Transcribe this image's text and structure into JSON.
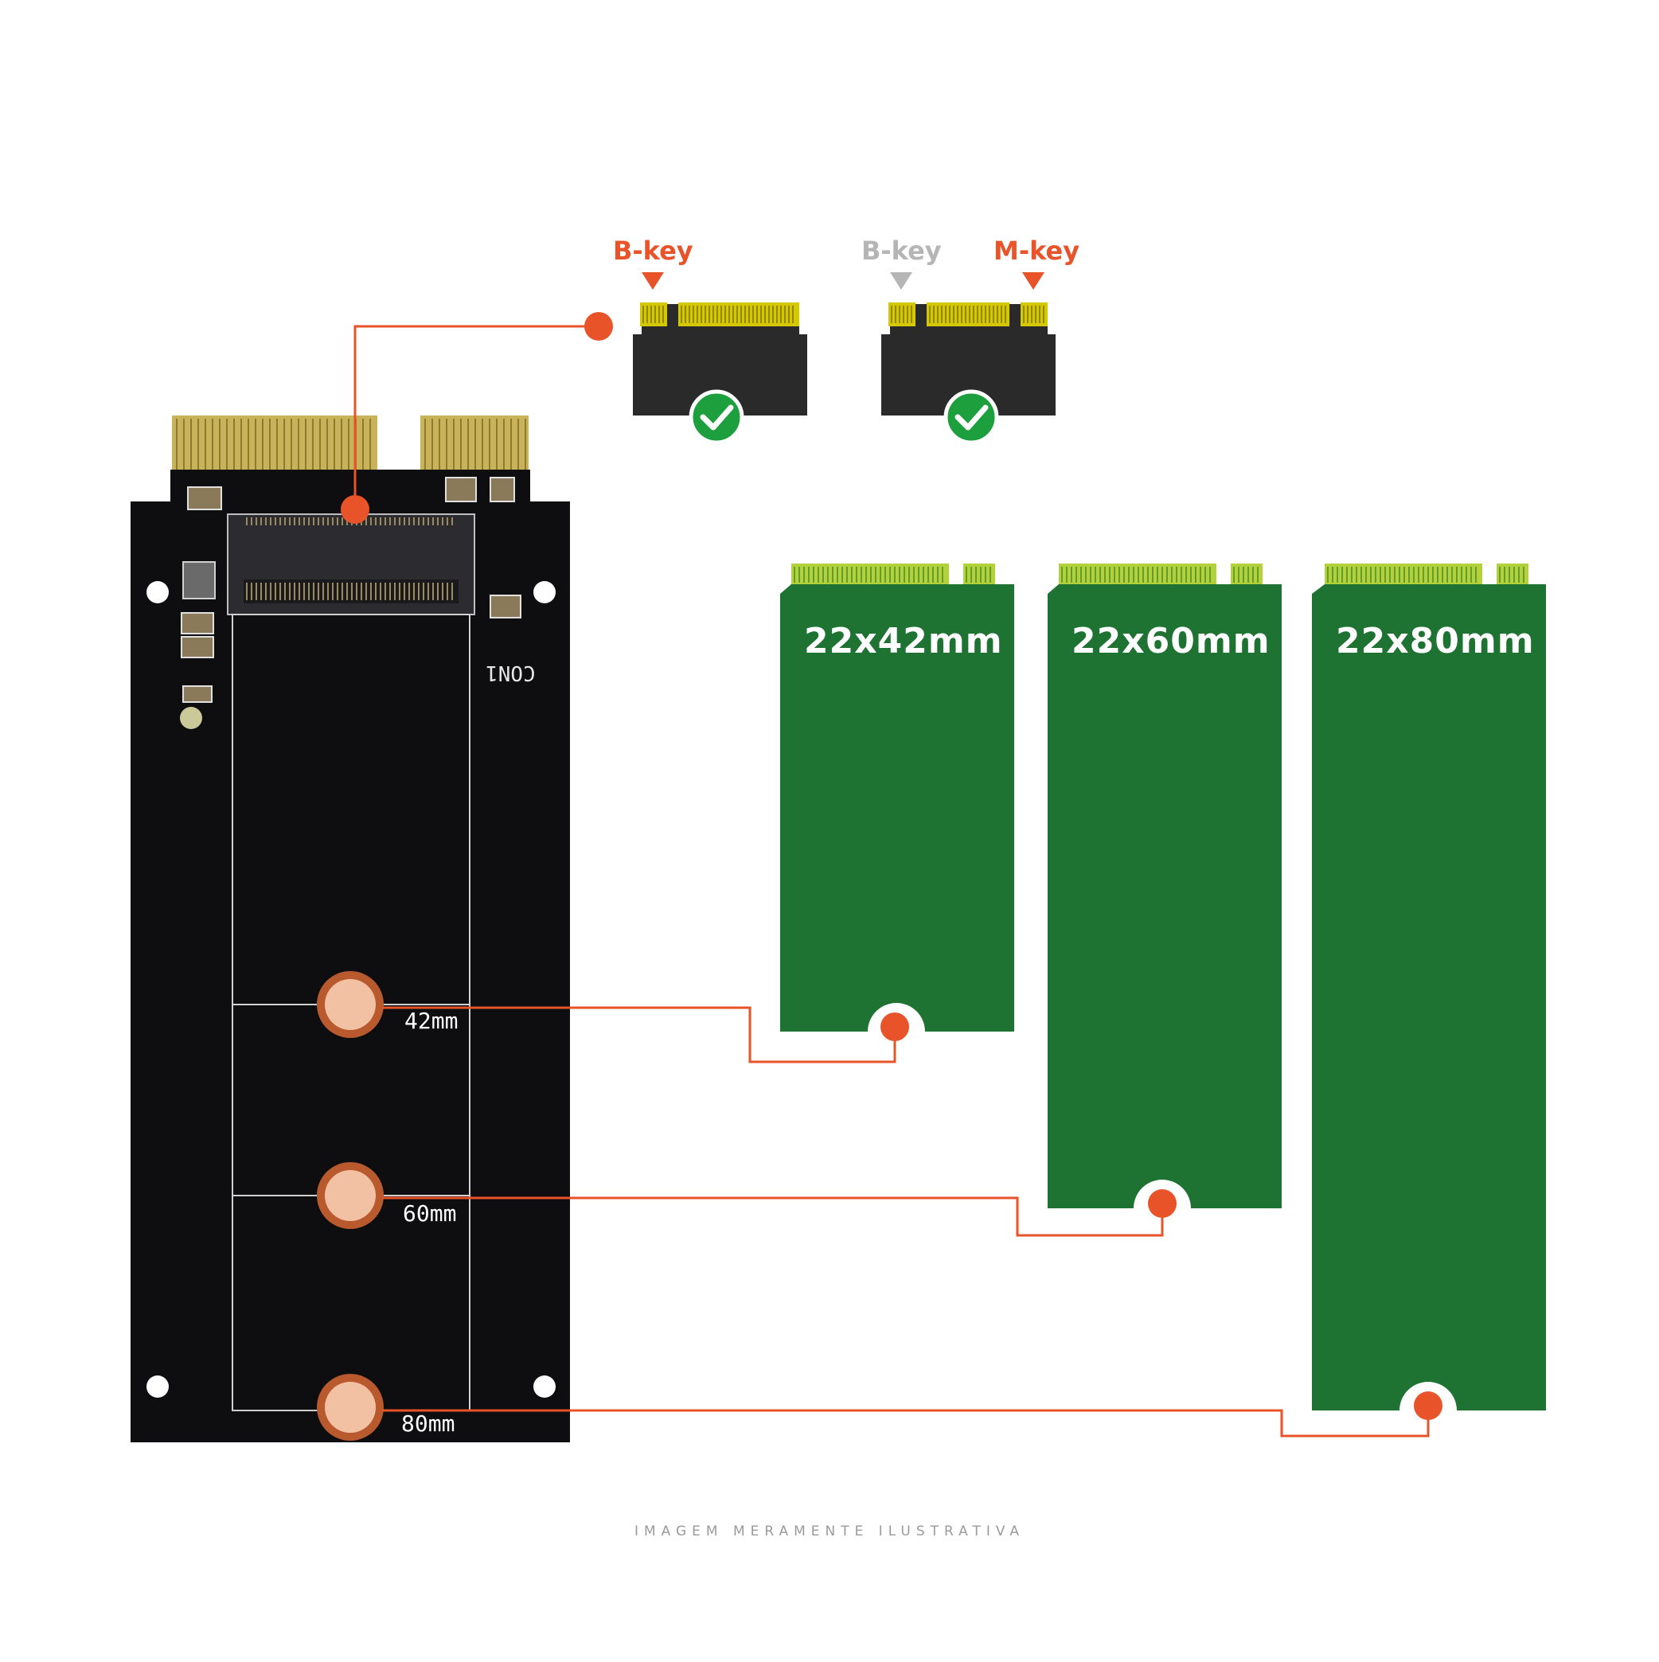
{
  "colors": {
    "accent": "#e8532a",
    "key_inactive": "#b5b5b5",
    "pcb_black": "#0e0e10",
    "ssd_green": "#1e7332",
    "gold": "#c9b35a",
    "check_green": "#1d9f3e"
  },
  "keys": {
    "card1_b_key": "B-key",
    "card2_b_key": "B-key",
    "card2_m_key": "M-key"
  },
  "board": {
    "connector_label": "CON1",
    "mount_42": "42mm",
    "mount_60": "60mm",
    "mount_80": "80mm"
  },
  "ssd_sizes": [
    "22x42mm",
    "22x60mm",
    "22x80mm"
  ],
  "caption": "IMAGEM MERAMENTE ILUSTRATIVA"
}
